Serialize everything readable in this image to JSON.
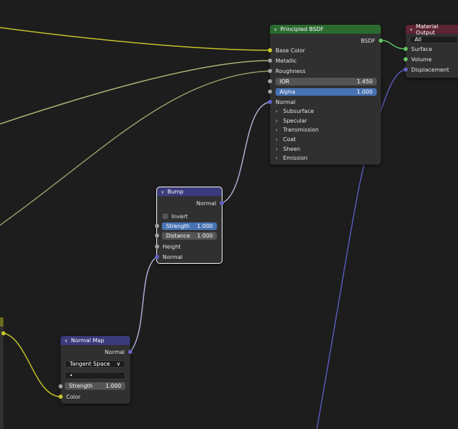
{
  "principled_bsdf": {
    "title": "Principled BSDF",
    "output_bsdf": "BSDF",
    "inputs": {
      "base_color": "Base Color",
      "metallic": "Metallic",
      "roughness": "Roughness",
      "normal": "Normal"
    },
    "ior": {
      "label": "IOR",
      "value": "1.450"
    },
    "alpha": {
      "label": "Alpha",
      "value": "1.000"
    },
    "panels": [
      "Subsurface",
      "Specular",
      "Transmission",
      "Coat",
      "Sheen",
      "Emission"
    ]
  },
  "material_output": {
    "title": "Material Output",
    "target": "All",
    "inputs": {
      "surface": "Surface",
      "volume": "Volume",
      "displacement": "Displacement"
    }
  },
  "bump": {
    "title": "Bump",
    "output_normal": "Normal",
    "invert": "Invert",
    "strength": {
      "label": "Strength",
      "value": "1.000"
    },
    "distance": {
      "label": "Distance",
      "value": "1.000"
    },
    "height": "Height",
    "normal": "Normal"
  },
  "normal_map": {
    "title": "Normal Map",
    "output_normal": "Normal",
    "space": "Tangent Space",
    "uv_map": "•",
    "strength": {
      "label": "Strength",
      "value": "1.000"
    },
    "color": "Color"
  },
  "colors": {
    "color_socket": "#c7c729",
    "float_socket": "#a1a1a1",
    "vector_socket": "#6363c7",
    "shader_socket": "#63c763",
    "active_field": "#4772b3"
  }
}
